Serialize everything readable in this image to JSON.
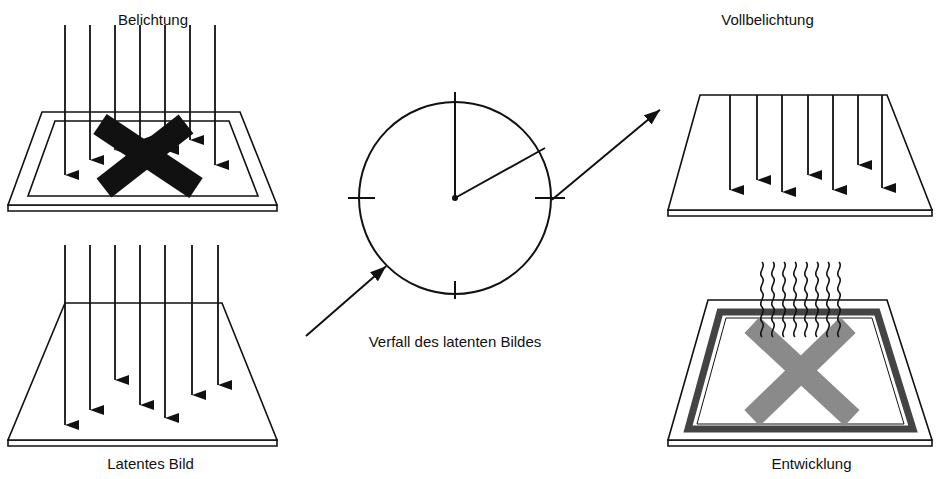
{
  "diagram": {
    "nodes": [
      {
        "text": [
          "Belichtung"
        ]
      },
      {
        "text": [
          "Latentes Bild"
        ]
      },
      {
        "text": [
          "Verfall des latenten Bildes"
        ]
      },
      {
        "text": [
          "Vollbelichtung"
        ]
      },
      {
        "text": [
          "Entwicklung"
        ]
      }
    ],
    "edges": [
      {
        "from": 1,
        "to": 2,
        "arrow": "to"
      },
      {
        "from": 2,
        "to": 3,
        "arrow": "to"
      }
    ]
  }
}
